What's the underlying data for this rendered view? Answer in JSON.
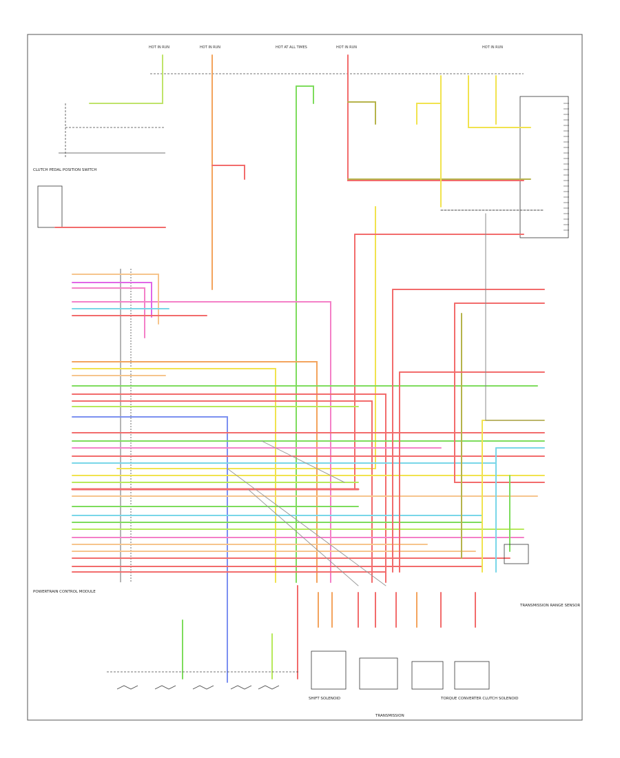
{
  "diagram": {
    "title_caption": "",
    "bottom_left_caption": "",
    "bottom_center_caption": "",
    "bottom_right_caption": "",
    "fuse_labels": [
      "HOT IN RUN",
      "HOT IN RUN",
      "HOT AT ALL TIMES",
      "HOT IN RUN",
      "HOT IN RUN"
    ],
    "component_labels": {
      "pcm": "POWERTRAIN CONTROL MODULE",
      "clutch_switch": "CLUTCH PEDAL POSITION SWITCH",
      "transmission": "TRANSMISSION",
      "shift_solenoid": "SHIFT SOLENOID",
      "tcc_solenoid": "TORQUE CONVERTER CLUTCH SOLENOID",
      "tr_sensor": "TRANSMISSION RANGE SENSOR"
    }
  },
  "colors": {
    "green": "#7ddc5c",
    "orange": "#f3a35c",
    "red": "#f26b6b",
    "pink": "#f47fc7",
    "yellow": "#f1e34e",
    "olive": "#b5b34a",
    "blue": "#7b8ff0",
    "cyan": "#78d6e8",
    "magenta": "#e066e6",
    "peach": "#f6c48c",
    "lime": "#b7e95a",
    "gray": "#888888"
  }
}
